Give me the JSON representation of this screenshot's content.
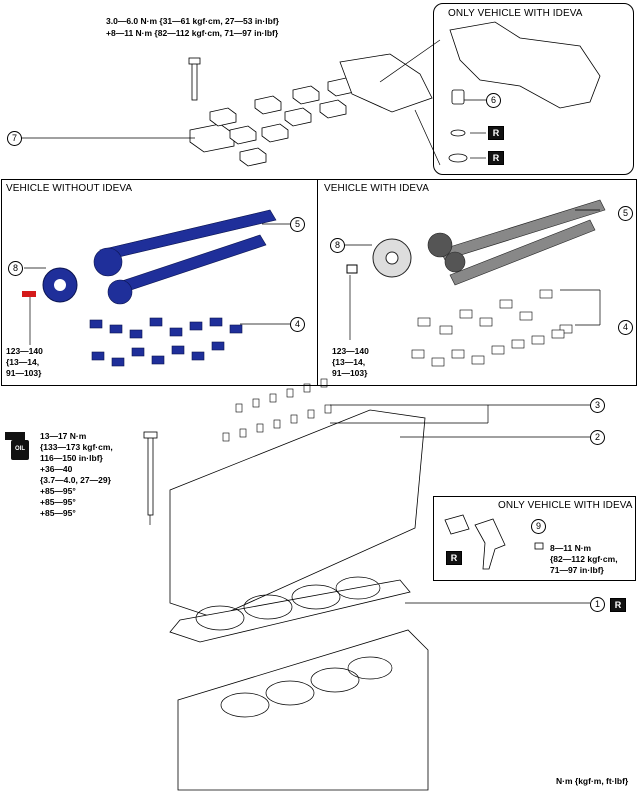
{
  "top_torque": {
    "line1": "3.0—6.0 N·m {31—61 kgf·cm, 27—53 in·lbf}",
    "line2": "+8—11 N·m {82—112 kgf·cm, 71—97 in·lbf}"
  },
  "ideva_inset_top": {
    "title": "ONLY VEHICLE WITH IDEVA"
  },
  "panel_without": {
    "title": "VEHICLE WITHOUT IDEVA",
    "torque": "123—140\n{13—14,\n91—103}"
  },
  "panel_with": {
    "title": "VEHICLE WITH IDEVA",
    "torque": "123—140\n{13—14,\n91—103}"
  },
  "head_bolt_torque": "13—17 N·m\n{133—173 kgf·cm,\n116—150 in·lbf}\n+36—40\n{3.7—4.0, 27—29}\n+85—95°\n+85—95°\n+85—95°",
  "ideva_inset_bottom": {
    "title": "ONLY VEHICLE WITH IDEVA",
    "torque": "8—11 N·m\n{82—112 kgf·cm,\n71—97 in·lbf}"
  },
  "oil_icon_label": "OIL",
  "replace_badge": "R",
  "callouts": {
    "n1": "1",
    "n2": "2",
    "n3": "3",
    "n4": "4",
    "n5": "5",
    "n6": "6",
    "n7": "7",
    "n8": "8",
    "n9": "9"
  },
  "units_note": "N·m {kgf·m, ft·lbf}",
  "colors": {
    "part_blue": "#1f2f9a",
    "bolt_red": "#d41a1a",
    "line": "#000000"
  }
}
